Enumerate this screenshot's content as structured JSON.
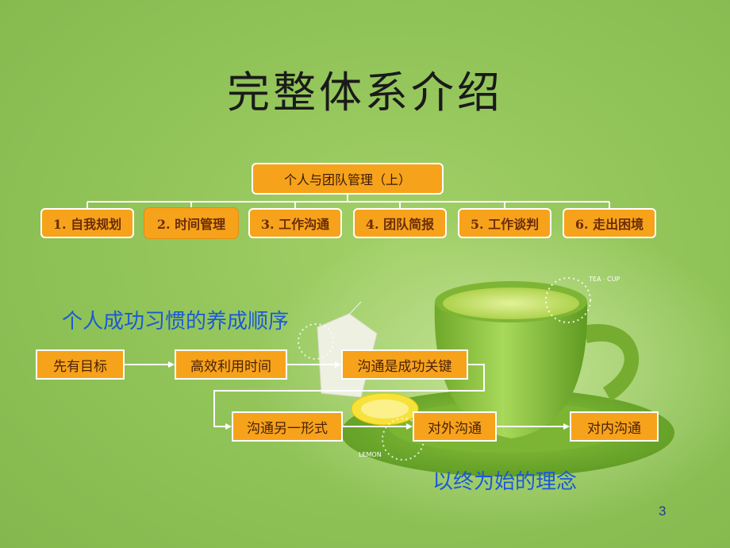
{
  "title": "完整体系介绍",
  "org_chart": {
    "root": "个人与团队管理（上）",
    "children": [
      "1. 自我规划",
      "2. 时间管理",
      "3. 工作沟通",
      "4. 团队简报",
      "5. 工作谈判",
      "6. 走出困境"
    ]
  },
  "habits": {
    "heading": "个人成功习惯的养成顺序",
    "steps": [
      "先有目标",
      "高效利用时间",
      "沟通是成功关键",
      "沟通另一形式",
      "对外沟通",
      "对内沟通"
    ],
    "closing": "以终为始的理念"
  },
  "image_labels": {
    "cup": "TEA · CUP",
    "lemon": "LEMON"
  },
  "page_number": "3",
  "colors": {
    "box_fill": "#f7a21b",
    "box_text": "#6a2d07",
    "heading_blue": "#1a5ad6",
    "background": "#8fc257"
  }
}
